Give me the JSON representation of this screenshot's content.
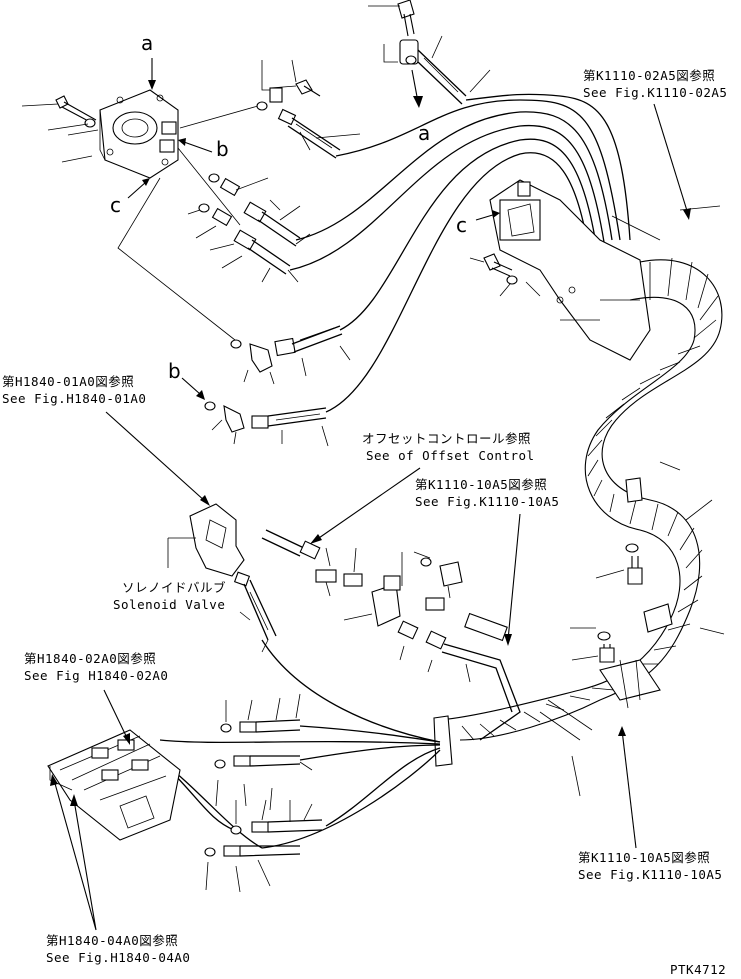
{
  "references": {
    "k1110_02a5": {
      "jp": "第K1110-02A5図参照",
      "en": "See Fig.K1110-02A5"
    },
    "h1840_01a0": {
      "jp": "第H1840-01A0図参照",
      "en": "See Fig.H1840-01A0"
    },
    "offset_control": {
      "jp": "オフセットコントロール参照",
      "en": "See of Offset Control"
    },
    "k1110_10a5_top": {
      "jp": "第K1110-10A5図参照",
      "en": "See Fig.K1110-10A5"
    },
    "solenoid_valve": {
      "jp": "ソレノイドバルブ",
      "en": "Solenoid Valve"
    },
    "h1840_02a0": {
      "jp": "第H1840-02A0図参照",
      "en": "See Fig H1840-02A0"
    },
    "k1110_10a5_bottom": {
      "jp": "第K1110-10A5図参照",
      "en": "See Fig.K1110-10A5"
    },
    "h1840_04a0": {
      "jp": "第H1840-04A0図参照",
      "en": "See Fig.H1840-04A0"
    }
  },
  "markers": {
    "a_top": "a",
    "a_mid": "a",
    "b_upper": "b",
    "b_lower": "b",
    "c_left": "c",
    "c_right": "c"
  },
  "drawing_code": "PTK4712"
}
